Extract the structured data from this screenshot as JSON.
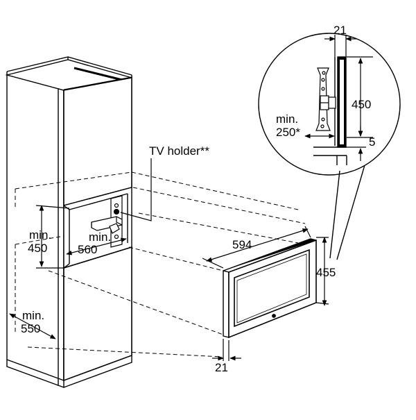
{
  "labels": {
    "tv_holder": "TV holder**",
    "cabinet_min_height_word": "min.",
    "cabinet_min_height_value": "450",
    "cabinet_min_width_word": "min.",
    "cabinet_min_width_value": "560",
    "cabinet_min_depth_word": "min.",
    "cabinet_min_depth_value": "550",
    "tv_width": "594",
    "tv_height": "455",
    "tv_depth_bottom": "21",
    "detail_depth_top": "21",
    "detail_height": "450",
    "detail_gap": "5",
    "detail_min_word": "min.",
    "detail_min_value": "250*"
  },
  "colors": {
    "line": "#000000",
    "background": "#ffffff",
    "panel_fill": "#ffffff",
    "shadow_fill": "#e6e6e6"
  }
}
